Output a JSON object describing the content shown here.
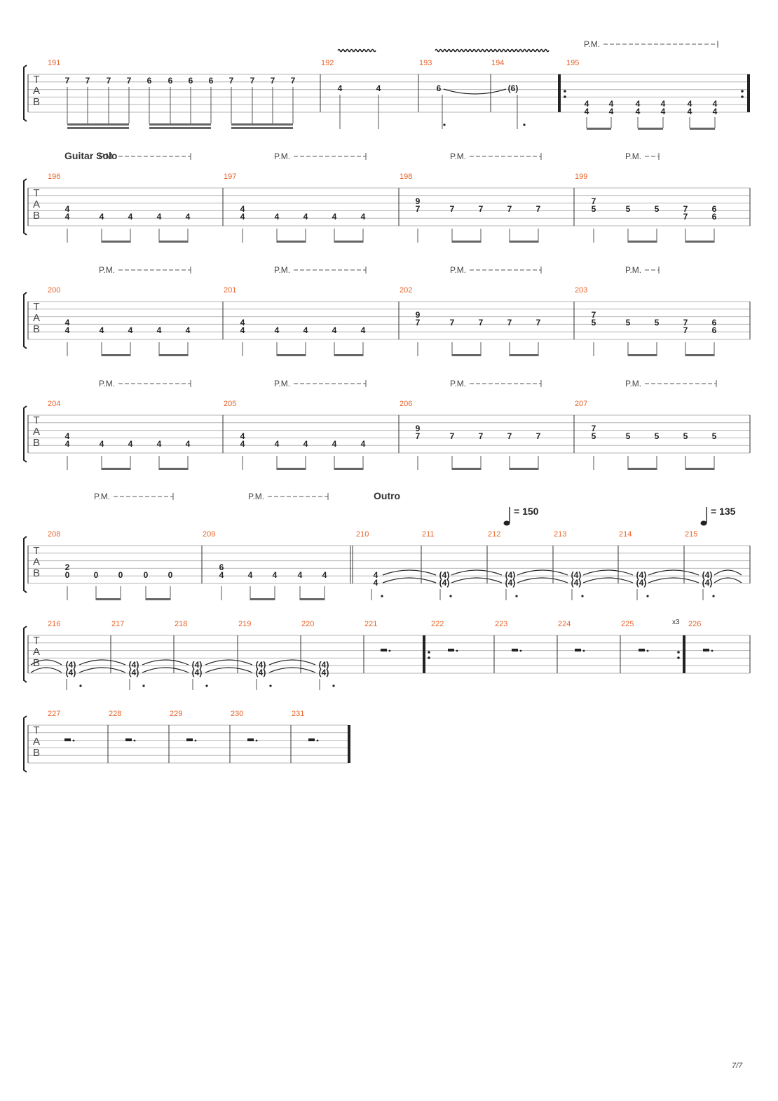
{
  "page": {
    "page_number": "7/7"
  },
  "tab_clef": [
    "T",
    "A",
    "B"
  ],
  "labels": {
    "palm_mute": "P.M.",
    "section_solo": "Guitar Solo",
    "section_outro": "Outro",
    "repeat_times": "x3"
  },
  "tempo_marks": [
    {
      "measure": "212",
      "bpm": "= 150"
    },
    {
      "measure": "215",
      "bpm": "= 135"
    }
  ],
  "measures": [
    {
      "number": "191",
      "frets": [
        "7",
        "7",
        "7",
        "7",
        "6",
        "6",
        "6",
        "6",
        "7",
        "7",
        "7",
        "7"
      ]
    },
    {
      "number": "192",
      "frets": [
        "4",
        "4"
      ]
    },
    {
      "number": "193",
      "frets": [
        "6"
      ]
    },
    {
      "number": "194",
      "frets": [
        "(6)"
      ]
    },
    {
      "number": "195",
      "frets": [
        "4",
        "4",
        "4",
        "4",
        "4",
        "4",
        "4",
        "4",
        "4",
        "4",
        "4",
        "4"
      ]
    },
    {
      "number": "196",
      "frets": [
        "4",
        "4",
        "4",
        "4",
        "4",
        "4"
      ]
    },
    {
      "number": "197",
      "frets": [
        "4",
        "4",
        "4",
        "4",
        "4",
        "4"
      ]
    },
    {
      "number": "198",
      "frets": [
        "9",
        "7",
        "7",
        "7",
        "7",
        "7"
      ]
    },
    {
      "number": "199",
      "frets": [
        "7",
        "5",
        "5",
        "5",
        "7",
        "7",
        "6",
        "6"
      ]
    },
    {
      "number": "200",
      "frets": [
        "4",
        "4",
        "4",
        "4",
        "4",
        "4"
      ]
    },
    {
      "number": "201",
      "frets": [
        "4",
        "4",
        "4",
        "4",
        "4",
        "4"
      ]
    },
    {
      "number": "202",
      "frets": [
        "9",
        "7",
        "7",
        "7",
        "7",
        "7"
      ]
    },
    {
      "number": "203",
      "frets": [
        "7",
        "5",
        "5",
        "5",
        "7",
        "7",
        "6",
        "6"
      ]
    },
    {
      "number": "204",
      "frets": [
        "4",
        "4",
        "4",
        "4",
        "4",
        "4"
      ]
    },
    {
      "number": "205",
      "frets": [
        "4",
        "4",
        "4",
        "4",
        "4",
        "4"
      ]
    },
    {
      "number": "206",
      "frets": [
        "9",
        "7",
        "7",
        "7",
        "7",
        "7"
      ]
    },
    {
      "number": "207",
      "frets": [
        "7",
        "5",
        "5",
        "5",
        "5",
        "5"
      ]
    },
    {
      "number": "208",
      "frets": [
        "2",
        "0",
        "0",
        "0",
        "0",
        "0"
      ]
    },
    {
      "number": "209",
      "frets": [
        "6",
        "4",
        "4",
        "4",
        "4",
        "4"
      ]
    },
    {
      "number": "210",
      "frets": [
        "4",
        "4"
      ]
    },
    {
      "number": "211",
      "frets": [
        "(4)",
        "(4)"
      ]
    },
    {
      "number": "212",
      "frets": [
        "(4)",
        "(4)"
      ]
    },
    {
      "number": "213",
      "frets": [
        "(4)",
        "(4)"
      ]
    },
    {
      "number": "214",
      "frets": [
        "(4)",
        "(4)"
      ]
    },
    {
      "number": "215",
      "frets": [
        "(4)",
        "(4)"
      ]
    },
    {
      "number": "216",
      "frets": [
        "(4)",
        "(4)"
      ]
    },
    {
      "number": "217",
      "frets": [
        "(4)",
        "(4)"
      ]
    },
    {
      "number": "218",
      "frets": [
        "(4)",
        "(4)"
      ]
    },
    {
      "number": "219",
      "frets": [
        "(4)",
        "(4)"
      ]
    },
    {
      "number": "220",
      "frets": [
        "(4)",
        "(4)"
      ]
    },
    {
      "number": "221",
      "frets": []
    },
    {
      "number": "222",
      "frets": []
    },
    {
      "number": "223",
      "frets": []
    },
    {
      "number": "224",
      "frets": []
    },
    {
      "number": "225",
      "frets": []
    },
    {
      "number": "226",
      "frets": []
    },
    {
      "number": "227",
      "frets": []
    },
    {
      "number": "228",
      "frets": []
    },
    {
      "number": "229",
      "frets": []
    },
    {
      "number": "230",
      "frets": []
    },
    {
      "number": "231",
      "frets": []
    }
  ]
}
